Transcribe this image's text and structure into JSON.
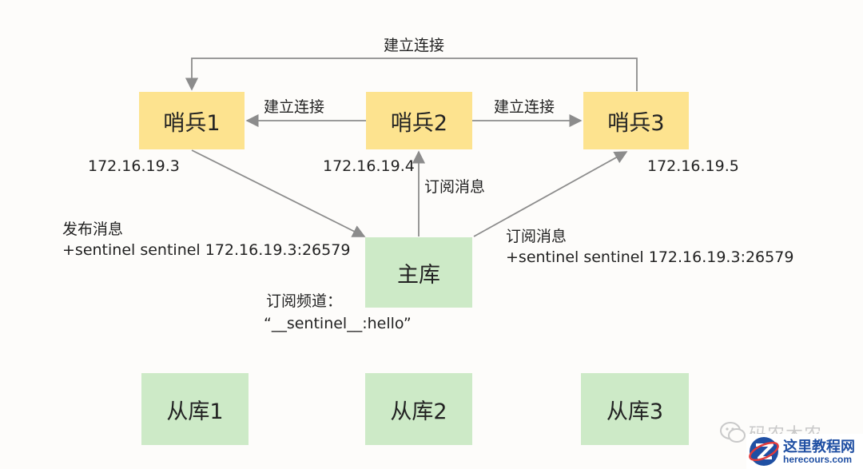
{
  "nodes": {
    "sentinel1": "哨兵1",
    "sentinel2": "哨兵2",
    "sentinel3": "哨兵3",
    "master": "主库",
    "slave1": "从库1",
    "slave2": "从库2",
    "slave3": "从库3"
  },
  "ips": {
    "sentinel1": "172.16.19.3",
    "sentinel2": "172.16.19.4",
    "sentinel3": "172.16.19.5"
  },
  "edges": {
    "top_connect": "建立连接",
    "s2_to_s1": "建立连接",
    "s2_to_s3": "建立连接",
    "subscribe_s2": "订阅消息"
  },
  "publish": {
    "title": "发布消息",
    "detail": "+sentinel sentinel 172.16.19.3:26579"
  },
  "subscribe_right": {
    "title": "订阅消息",
    "detail": "+sentinel sentinel 172.16.19.3:26579"
  },
  "channel": {
    "title": "订阅频道：",
    "name": "“__sentinel__:hello”"
  },
  "watermark": {
    "text": "码农木农"
  },
  "badge": {
    "title": "这里教程网",
    "url": "herecours.com"
  },
  "colors": {
    "sentinel": "#fde38f",
    "database": "#cdeac7",
    "arrow": "#8c8c8c"
  }
}
